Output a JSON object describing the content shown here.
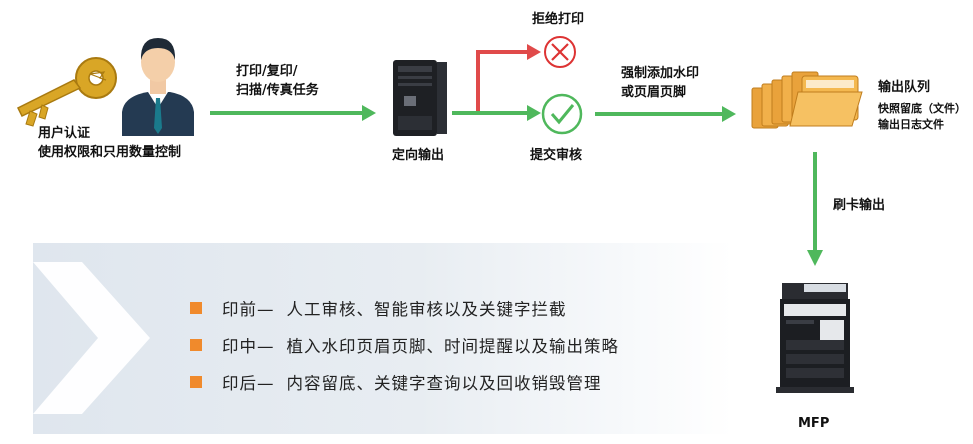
{
  "nodes": {
    "user": {
      "line1": "用户认证",
      "line2": "使用权限和只用数量控制"
    },
    "task_arrow": {
      "line1": "打印/复印/",
      "line2": "扫描/传真任务"
    },
    "server": {
      "label": "定向输出"
    },
    "reject": {
      "label": "拒绝打印"
    },
    "approve": {
      "label": "提交审核"
    },
    "watermark_arrow": {
      "line1": "强制添加水印",
      "line2": "或页眉页脚"
    },
    "queue": {
      "title": "输出队列",
      "line1": "快照留底（文件）",
      "line2": "输出日志文件"
    },
    "card_arrow": {
      "label": "刷卡输出"
    },
    "mfp": {
      "label": "MFP"
    }
  },
  "features": [
    {
      "phase": "印前—",
      "text": "人工审核、智能审核以及关键字拦截"
    },
    {
      "phase": "印中—",
      "text": "植入水印页眉页脚、时间提醒以及输出策略"
    },
    {
      "phase": "印后—",
      "text": "内容留底、关键字查询以及回收销毁管理"
    }
  ],
  "colors": {
    "flow_arrow": "#4fb85c",
    "reject_arrow": "#e04a4a",
    "bullet": "#f08a2c",
    "panel": "#dfe6ee"
  }
}
